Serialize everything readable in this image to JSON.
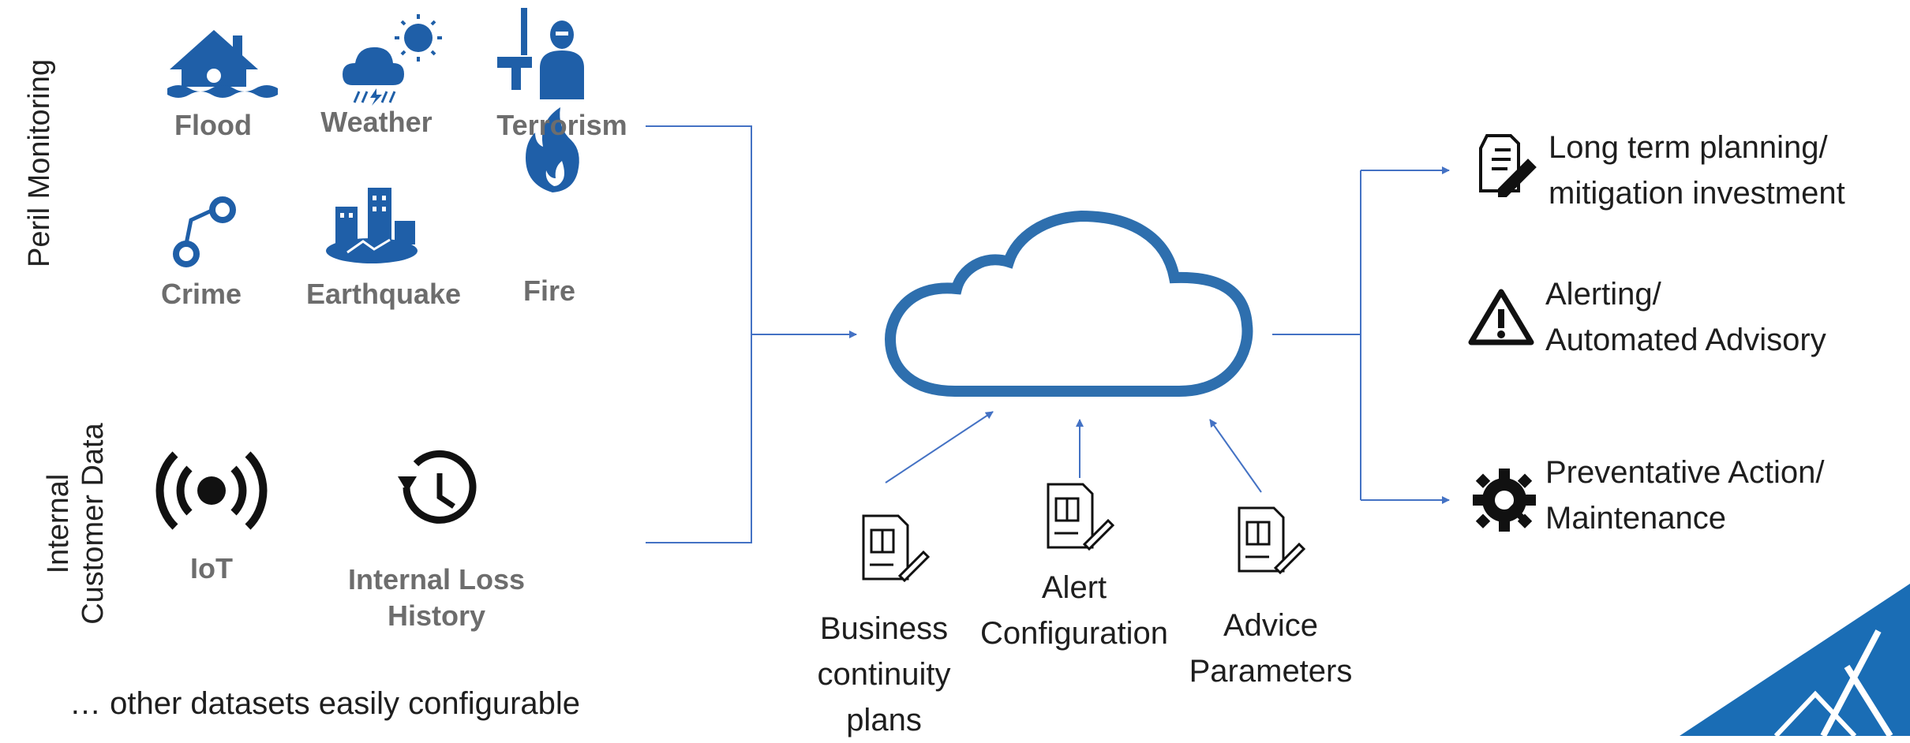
{
  "side_labels": {
    "peril": "Peril Monitoring",
    "internal_line1": "Internal",
    "internal_line2": "Customer Data"
  },
  "perils": {
    "flood": "Flood",
    "weather": "Weather",
    "terrorism": "Terrorism",
    "crime": "Crime",
    "earthquake": "Earthquake",
    "fire": "Fire"
  },
  "internal": {
    "iot": "IoT",
    "loss_line1": "Internal Loss",
    "loss_line2": "History"
  },
  "footnote": "… other datasets easily configurable",
  "documents": {
    "bcp_line1": "Business",
    "bcp_line2": "continuity",
    "bcp_line3": "plans",
    "alert_line1": "Alert",
    "alert_line2": "Configuration",
    "advice_line1": "Advice",
    "advice_line2": "Parameters"
  },
  "outputs": {
    "planning_line1": "Long term planning/",
    "planning_line2": "mitigation investment",
    "alerting_line1": "Alerting/",
    "alerting_line2": "Automated Advisory",
    "preventative_line1": "Preventative Action/",
    "preventative_line2": "Maintenance"
  },
  "colors": {
    "icon_blue": "#1f5fa8",
    "connector": "#4472c4",
    "cloud_stroke": "#2e6fae",
    "accent_teal": "#1a6db5"
  }
}
